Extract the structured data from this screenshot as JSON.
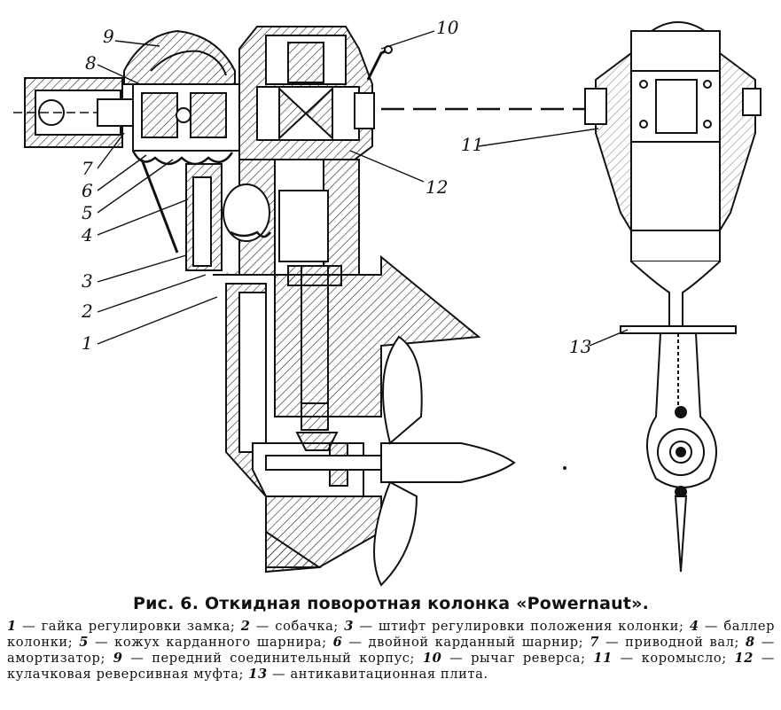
{
  "figure": {
    "callouts": [
      "1",
      "2",
      "3",
      "4",
      "5",
      "6",
      "7",
      "8",
      "9",
      "10",
      "11",
      "12",
      "13"
    ]
  },
  "caption": {
    "title": "Рис. 6. Откидная поворотная колонка «Powernaut».",
    "legend": [
      {
        "num": "1",
        "text": "гайка регулировки замка;"
      },
      {
        "num": "2",
        "text": "собачка;"
      },
      {
        "num": "3",
        "text": "штифт регулировки положения колонки;"
      },
      {
        "num": "4",
        "text": "баллер колонки;"
      },
      {
        "num": "5",
        "text": "кожух карданного шарнира;"
      },
      {
        "num": "6",
        "text": "двойной карданный шарнир;"
      },
      {
        "num": "7",
        "text": "приводной вал;"
      },
      {
        "num": "8",
        "text": "амортизатор;"
      },
      {
        "num": "9",
        "text": "передний соединительный корпус;"
      },
      {
        "num": "10",
        "text": "рычаг реверса;"
      },
      {
        "num": "11",
        "text": "коромысло;"
      },
      {
        "num": "12",
        "text": "кулачковая реверсивная муфта;"
      },
      {
        "num": "13",
        "text": "антикавитационная плита."
      }
    ]
  }
}
